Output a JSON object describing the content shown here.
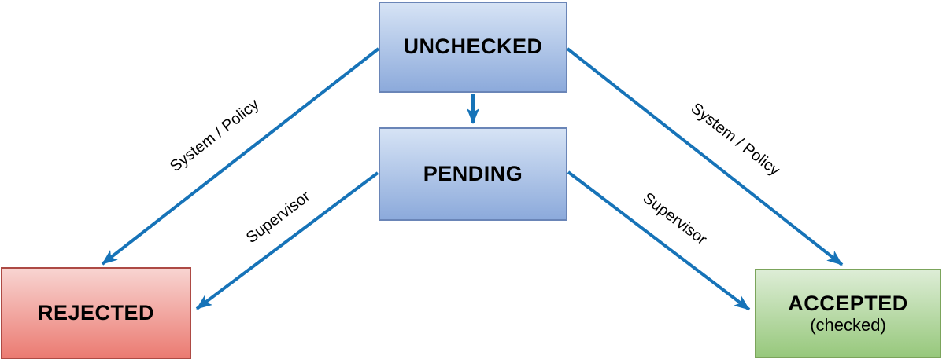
{
  "diagram": {
    "type": "state-transition-flowchart",
    "nodes": [
      {
        "id": "unchecked",
        "label": "UNCHECKED",
        "color_scheme": "blue"
      },
      {
        "id": "pending",
        "label": "PENDING",
        "color_scheme": "blue"
      },
      {
        "id": "rejected",
        "label": "REJECTED",
        "color_scheme": "red"
      },
      {
        "id": "accepted",
        "label": "ACCEPTED",
        "sublabel": "(checked)",
        "color_scheme": "green"
      }
    ],
    "edges": [
      {
        "from": "UNCHECKED",
        "to": "PENDING",
        "label": ""
      },
      {
        "from": "UNCHECKED",
        "to": "REJECTED",
        "label": "System / Policy"
      },
      {
        "from": "UNCHECKED",
        "to": "ACCEPTED",
        "label": "System / Policy"
      },
      {
        "from": "PENDING",
        "to": "REJECTED",
        "label": "Supervisor"
      },
      {
        "from": "PENDING",
        "to": "ACCEPTED",
        "label": "Supervisor"
      }
    ]
  },
  "colors": {
    "arrow-color": "#1673b8",
    "blue-top": "#d6e3f5",
    "blue-bottom": "#8caadb",
    "blue-border": "#6a85b7",
    "red-top": "#f8d4d1",
    "red-bottom": "#eb7b72",
    "red-border": "#ad4a44",
    "green-top": "#ddedd6",
    "green-bottom": "#97c87c",
    "green-border": "#7ba45b",
    "label-color": "#000000"
  }
}
